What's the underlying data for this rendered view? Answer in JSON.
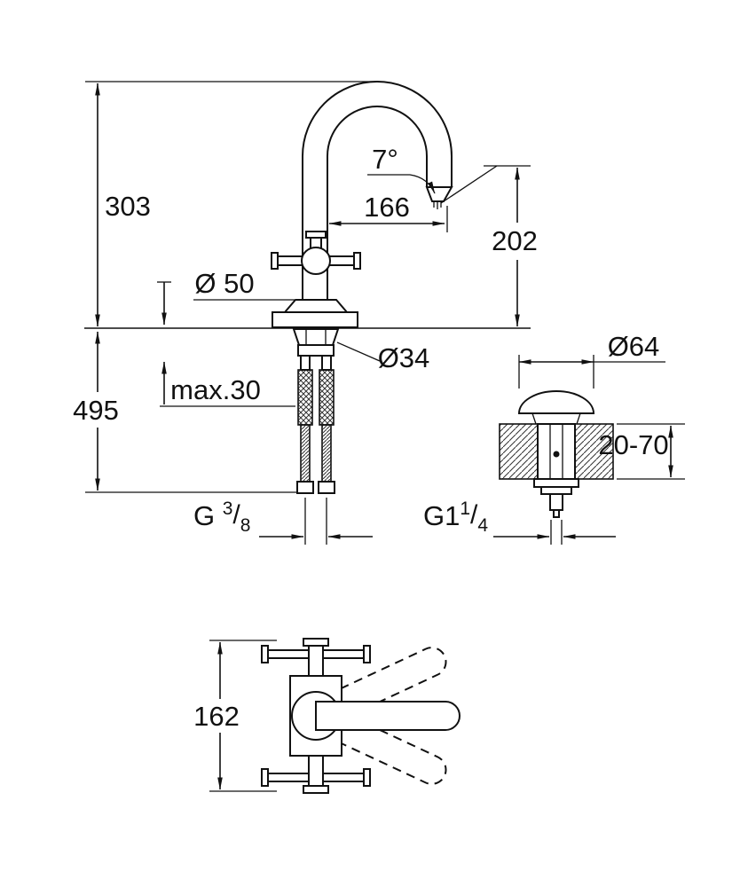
{
  "drawing": {
    "title": "faucet-installation-dimension-drawing",
    "background": "#ffffff",
    "line_color": "#111111",
    "side_view": {
      "height_total": "303",
      "spout_reach": "166",
      "spout_angle": "7°",
      "spout_height": "202",
      "base_diameter": "Ø 50",
      "hole_diameter": "Ø34",
      "height_below": "495",
      "max_thickness": "max.30",
      "supply_thread": {
        "prefix": "G ",
        "sup": "3",
        "slash": "/",
        "sub": "8"
      }
    },
    "waste_view": {
      "flange_diameter": "Ø64",
      "deck_range": "20-70",
      "waste_thread": {
        "prefix": "G1",
        "sup": "1",
        "slash": "/",
        "sub": "4"
      }
    },
    "top_view": {
      "swivel_width": "162"
    }
  }
}
